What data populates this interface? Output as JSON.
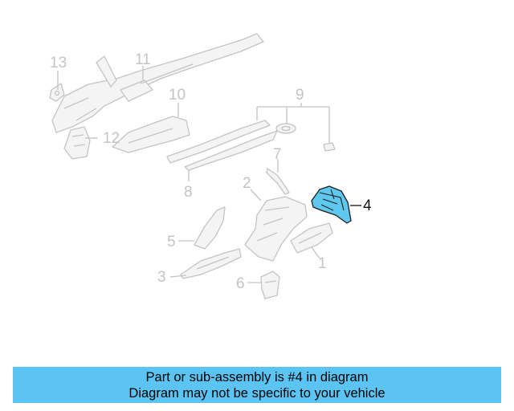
{
  "callouts": {
    "c1": "1",
    "c2": "2",
    "c3": "3",
    "c4": "4",
    "c5": "5",
    "c6": "6",
    "c7": "7",
    "c8": "8",
    "c9": "9",
    "c10": "10",
    "c11": "11",
    "c12": "12",
    "c13": "13"
  },
  "highlighted_part": "4",
  "banner": {
    "line1": "Part or sub-assembly is #4 in diagram",
    "line2": "Diagram may not be specific to your vehicle"
  },
  "colors": {
    "highlight": "#5ec8ef",
    "banner": "#5bc4f3",
    "ghost": "#c4c4c4"
  }
}
